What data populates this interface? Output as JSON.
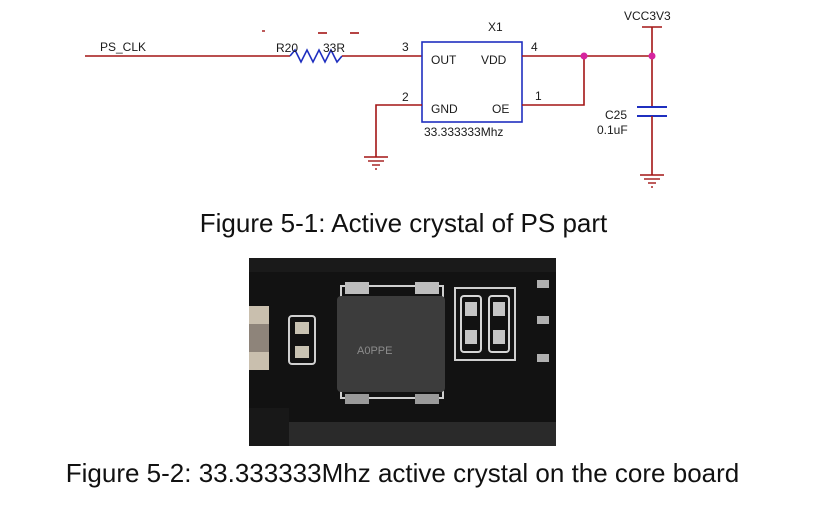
{
  "schematic": {
    "net_ps_clk": "PS_CLK",
    "resistor_ref": "R20",
    "resistor_value": "33R",
    "crystal_ref": "X1",
    "pin_out_number": "3",
    "pin_vdd_number": "4",
    "pin_gnd_number": "2",
    "pin_oe_number": "1",
    "pin_out_label": "OUT",
    "pin_vdd_label": "VDD",
    "pin_gnd_label": "GND",
    "pin_oe_label": "OE",
    "crystal_frequency": "33.333333Mhz",
    "power_net": "VCC3V3",
    "capacitor_ref": "C25",
    "capacitor_value": "0.1uF"
  },
  "colors": {
    "wire": "#a31515",
    "junction": "#d6249f",
    "component": "#1f2fbf",
    "text": "#1a1a1a"
  },
  "photo": {
    "chip_marking": "A0PPE"
  },
  "captions": {
    "figure_1": "Figure 5-1: Active crystal of PS part",
    "figure_2": "Figure 5-2: 33.333333Mhz active crystal on the core board"
  }
}
